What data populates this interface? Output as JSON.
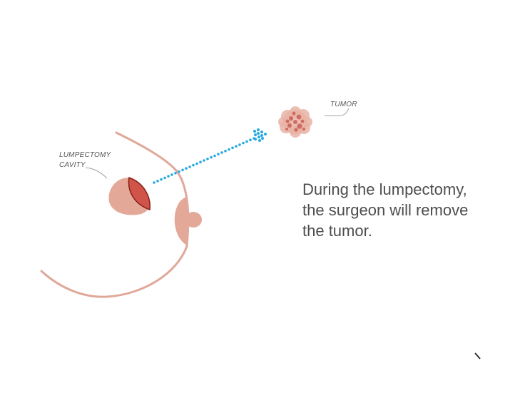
{
  "labels": {
    "cavity_line1": "LUMPECTOMY",
    "cavity_line2": "CAVITY",
    "tumor": "TUMOR"
  },
  "caption": {
    "line1": "During the lumpectomy,",
    "line2": "the surgeon will remove",
    "line3": "the tumor."
  },
  "colors": {
    "background": "#ffffff",
    "skin": "#e3a898",
    "skin_outline": "#dfa899",
    "cavity_fill": "#d0544a",
    "cavity_outline": "#8a2318",
    "arrow": "#29a9e0",
    "tumor_base": "#e9b3a6",
    "tumor_dot": "#c4544a",
    "label_text": "#555555",
    "caption_text": "#4d4d4d"
  },
  "icons": {
    "arrow": "dotted-arrow-icon"
  }
}
